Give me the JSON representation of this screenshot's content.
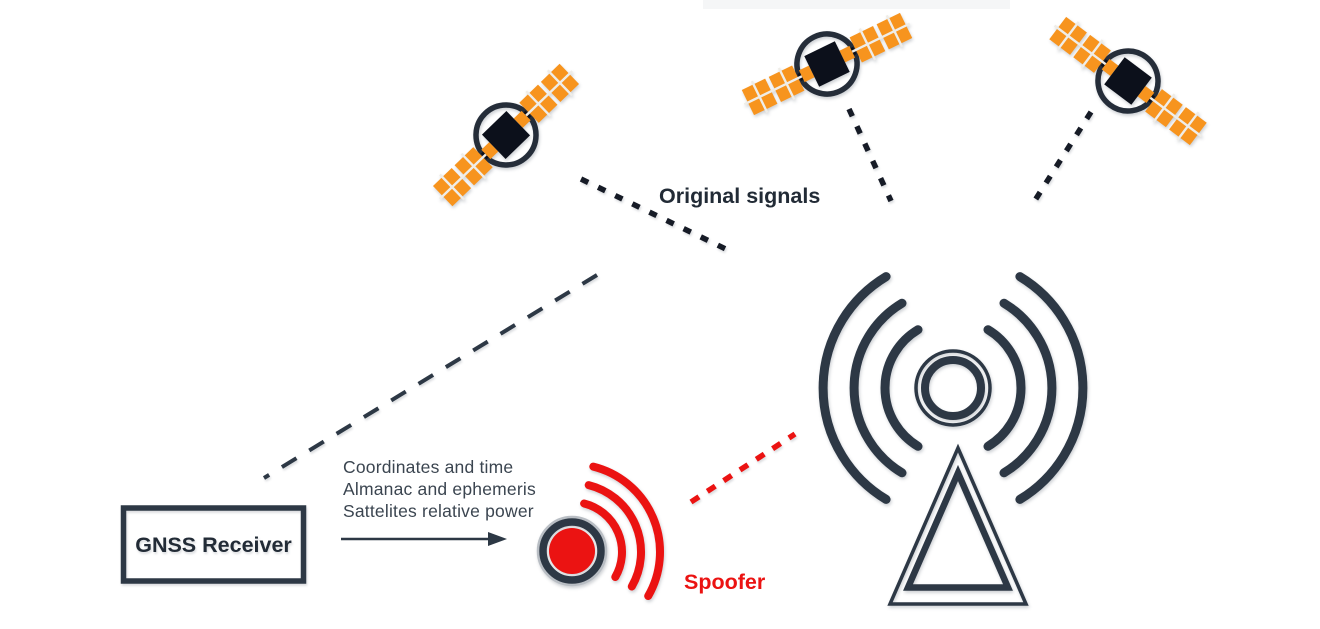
{
  "title": "GNSS spoofing diagram",
  "labels": {
    "original_signals": "Original signals",
    "spoofer": "Spoofer",
    "gnss_receiver": "GNSS Receiver"
  },
  "receiver_output": {
    "lines": [
      "Coordinates and time",
      "Almanac and ephemeris",
      "Sattelites relative power"
    ]
  },
  "icons": [
    "satellite-icon",
    "satellite-icon",
    "satellite-icon",
    "antenna-tower-icon",
    "spoofer-transmitter-icon",
    "arrow-right-icon"
  ],
  "colors": {
    "background": "#FFFFFF",
    "satellite_orange": "#F7941E",
    "satellite_body": "#0C101B",
    "satellite_ring": "#252D39",
    "panel_line": "#EFEDE8",
    "tower_slate": "#2D3845",
    "spoofer_red": "#EB1312",
    "dash_dark": "#161B26",
    "ring_gray": "#B9BEC4",
    "text_dark": "#222B36",
    "text_gray": "#3B4550"
  }
}
